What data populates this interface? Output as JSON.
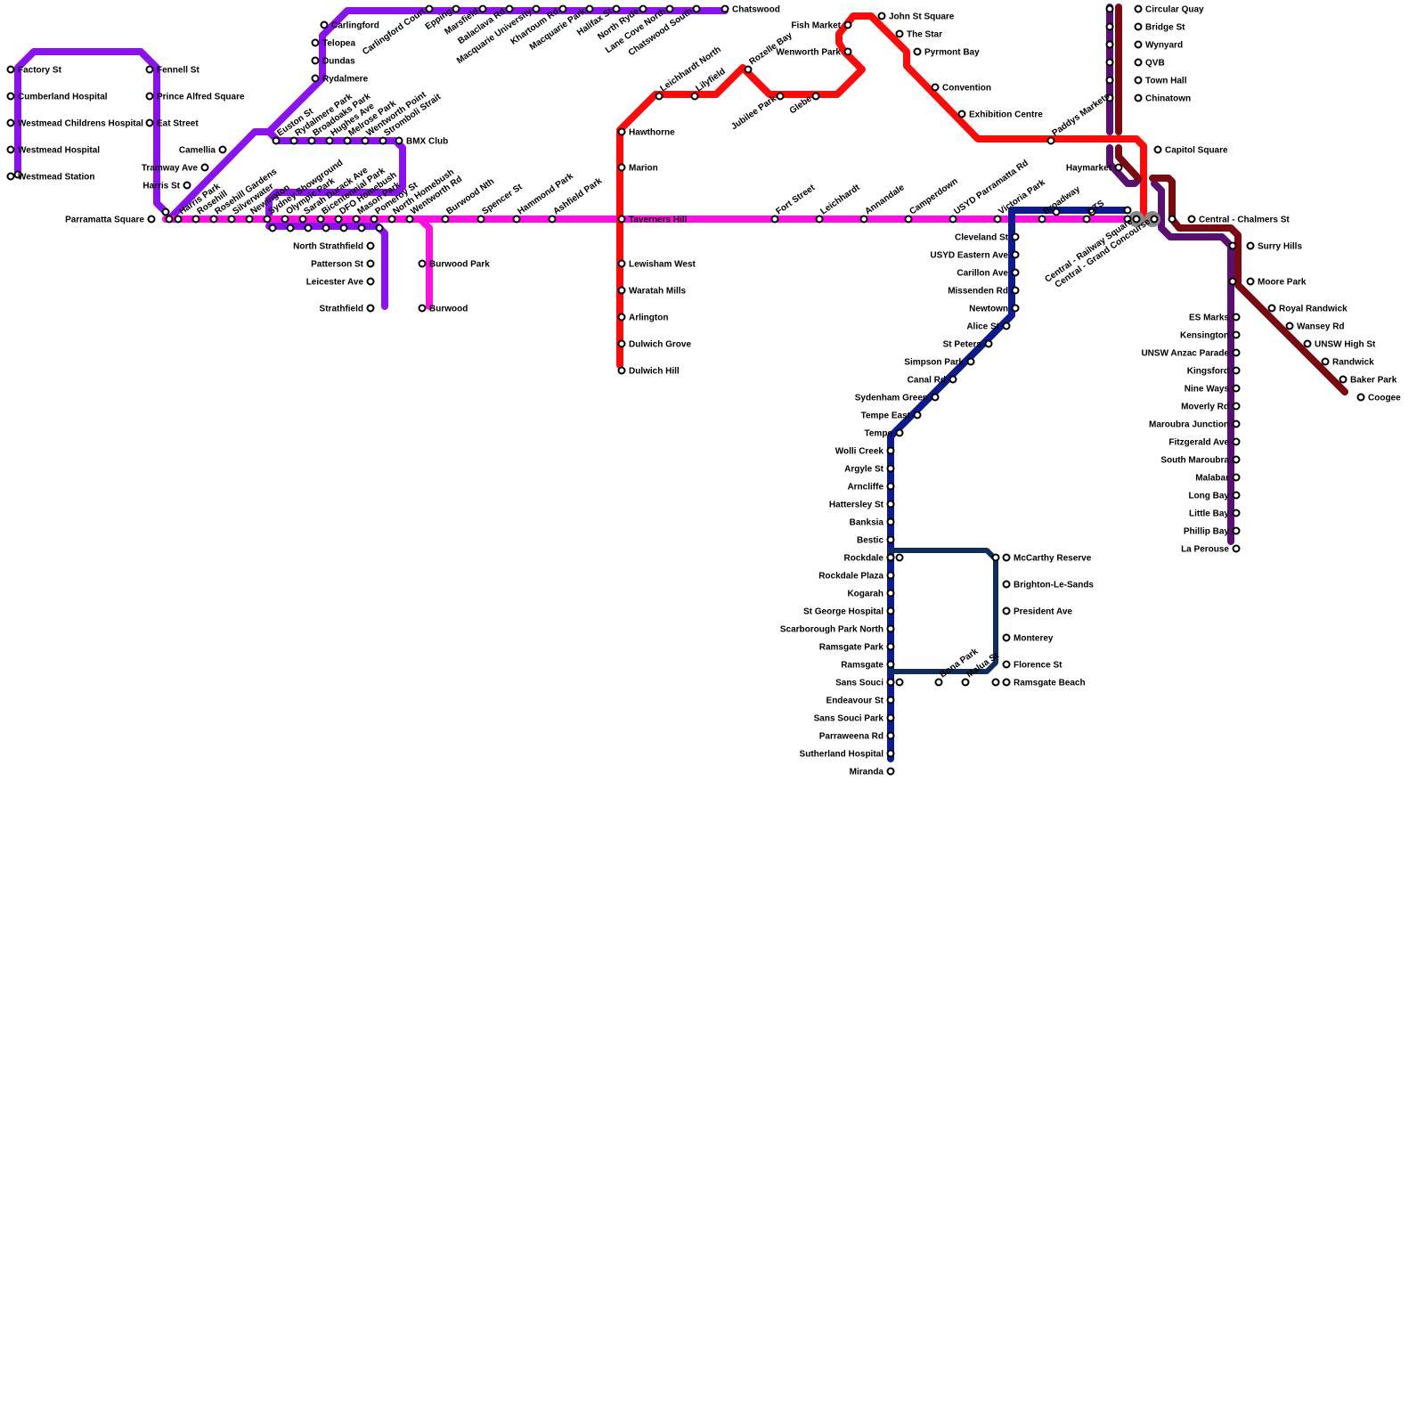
{
  "colors": {
    "purple": "#8a12f0",
    "magenta": "#ff10e0",
    "red": "#ff0a0a",
    "navy": "#0f1a8f",
    "darknavy": "#0f2d5e",
    "eggplant": "#5a1070",
    "maroon": "#7a0a12",
    "interchange": "#888888"
  },
  "stations": [
    {
      "id": "factory-st",
      "label": "Factory St"
    },
    {
      "id": "cumberland-hospital",
      "label": "Cumberland Hospital"
    },
    {
      "id": "westmead-childrens-hospital",
      "label": "Westmead Childrens Hospital"
    },
    {
      "id": "westmead-hospital",
      "label": "Westmead Hospital"
    },
    {
      "id": "westmead-station",
      "label": "Westmead Station"
    },
    {
      "id": "fennell-st",
      "label": "Fennell St"
    },
    {
      "id": "prince-alfred-square",
      "label": "Prince Alfred Square"
    },
    {
      "id": "eat-street",
      "label": "Eat Street"
    },
    {
      "id": "parramatta-square",
      "label": "Parramatta Square"
    },
    {
      "id": "camellia",
      "label": "Camellia"
    },
    {
      "id": "tramway-ave",
      "label": "Tramway Ave"
    },
    {
      "id": "harris-st",
      "label": "Harris St"
    },
    {
      "id": "carlingford",
      "label": "Carlingford"
    },
    {
      "id": "telopea",
      "label": "Telopea"
    },
    {
      "id": "dundas",
      "label": "Dundas"
    },
    {
      "id": "rydalmere",
      "label": "Rydalmere"
    },
    {
      "id": "carlingford-court",
      "label": "Carlingford Court"
    },
    {
      "id": "epping",
      "label": "Epping"
    },
    {
      "id": "marsfield",
      "label": "Marsfield"
    },
    {
      "id": "balaclava-rd",
      "label": "Balaclava Rd"
    },
    {
      "id": "macquarie-university",
      "label": "Macquarie University"
    },
    {
      "id": "khartoum-rd",
      "label": "Khartoum Rd"
    },
    {
      "id": "macquarie-park",
      "label": "Macquarie Park"
    },
    {
      "id": "halifax-st",
      "label": "Halifax St"
    },
    {
      "id": "north-ryde",
      "label": "North Ryde"
    },
    {
      "id": "lane-cove-north",
      "label": "Lane Cove North"
    },
    {
      "id": "chatswood-south",
      "label": "Chatswood South"
    },
    {
      "id": "chatswood",
      "label": "Chatswood"
    },
    {
      "id": "euston-st",
      "label": "Euston St"
    },
    {
      "id": "rydalmere-park",
      "label": "Rydalmere Park"
    },
    {
      "id": "broadoaks-park",
      "label": "Broadoaks Park"
    },
    {
      "id": "hughes-ave",
      "label": "Hughes Ave"
    },
    {
      "id": "melrose-park",
      "label": "Melrose Park"
    },
    {
      "id": "wentworth-point",
      "label": "Wentworth Point"
    },
    {
      "id": "stromboli-strait",
      "label": "Stromboli Strait"
    },
    {
      "id": "bmx-club",
      "label": "BMX Club"
    },
    {
      "id": "harris-park",
      "label": "Harris Park"
    },
    {
      "id": "rosehill",
      "label": "Rosehill"
    },
    {
      "id": "rosehill-gardens",
      "label": "Rosehill Gardens"
    },
    {
      "id": "silverwater",
      "label": "Silverwater"
    },
    {
      "id": "newington",
      "label": "Newington"
    },
    {
      "id": "sydney-showground",
      "label": "Sydney Showground"
    },
    {
      "id": "olympic-park",
      "label": "Olympic Park"
    },
    {
      "id": "sarah-durack-ave",
      "label": "Sarah Durack Ave"
    },
    {
      "id": "bicentennial-park",
      "label": "Bicentennial Park"
    },
    {
      "id": "dfo-homebush",
      "label": "DFO Homebush"
    },
    {
      "id": "mason-park",
      "label": "Mason Park"
    },
    {
      "id": "pomeroy-st",
      "label": "Pomeroy St"
    },
    {
      "id": "north-homebush",
      "label": "North Homebush"
    },
    {
      "id": "wentworth-rd",
      "label": "Wentworth Rd"
    },
    {
      "id": "north-strathfield",
      "label": "North Strathfield"
    },
    {
      "id": "patterson-st",
      "label": "Patterson St"
    },
    {
      "id": "leicester-ave",
      "label": "Leicester Ave"
    },
    {
      "id": "strathfield",
      "label": "Strathfield"
    },
    {
      "id": "burwood-nth",
      "label": "Burwood Nth"
    },
    {
      "id": "burwood-park",
      "label": "Burwood Park"
    },
    {
      "id": "burwood",
      "label": "Burwood"
    },
    {
      "id": "spencer-st",
      "label": "Spencer St"
    },
    {
      "id": "hammond-park",
      "label": "Hammond Park"
    },
    {
      "id": "ashfield-park",
      "label": "Ashfield Park"
    },
    {
      "id": "taverners-hill",
      "label": "Taverners Hill"
    },
    {
      "id": "hawthorne",
      "label": "Hawthorne"
    },
    {
      "id": "marion",
      "label": "Marion"
    },
    {
      "id": "lewisham-west",
      "label": "Lewisham West"
    },
    {
      "id": "waratah-mills",
      "label": "Waratah Mills"
    },
    {
      "id": "arlington",
      "label": "Arlington"
    },
    {
      "id": "dulwich-grove",
      "label": "Dulwich Grove"
    },
    {
      "id": "dulwich-hill",
      "label": "Dulwich Hill"
    },
    {
      "id": "leichhardt-north",
      "label": "Leichhardt North"
    },
    {
      "id": "lilyfield",
      "label": "Lilyfield"
    },
    {
      "id": "rozelle-bay",
      "label": "Rozelle Bay"
    },
    {
      "id": "jubilee-park",
      "label": "Jubilee Park"
    },
    {
      "id": "glebe",
      "label": "Glebe"
    },
    {
      "id": "fish-market",
      "label": "Fish Market"
    },
    {
      "id": "wenworth-park",
      "label": "Wenworth Park"
    },
    {
      "id": "john-st-square",
      "label": "John St Square"
    },
    {
      "id": "the-star",
      "label": "The Star"
    },
    {
      "id": "pyrmont-bay",
      "label": "Pyrmont Bay"
    },
    {
      "id": "convention",
      "label": "Convention"
    },
    {
      "id": "exhibition-centre",
      "label": "Exhibition Centre"
    },
    {
      "id": "paddys-markets",
      "label": "Paddys Markets"
    },
    {
      "id": "capitol-square",
      "label": "Capitol Square"
    },
    {
      "id": "fort-street",
      "label": "Fort Street"
    },
    {
      "id": "leichhardt",
      "label": "Leichhardt"
    },
    {
      "id": "annandale",
      "label": "Annandale"
    },
    {
      "id": "camperdown",
      "label": "Camperdown"
    },
    {
      "id": "usyd-parramatta-rd",
      "label": "USYD Parramatta Rd"
    },
    {
      "id": "victoria-park",
      "label": "Victoria Park"
    },
    {
      "id": "broadway",
      "label": "Broadway"
    },
    {
      "id": "uts",
      "label": "UTS"
    },
    {
      "id": "central-railway-square",
      "label": "Central - Railway Square"
    },
    {
      "id": "central-grand-concourse",
      "label": "Central - Grand Concourse"
    },
    {
      "id": "central-chalmers-st",
      "label": "Central - Chalmers St"
    },
    {
      "id": "circular-quay",
      "label": "Circular Quay"
    },
    {
      "id": "bridge-st",
      "label": "Bridge St"
    },
    {
      "id": "wynyard",
      "label": "Wynyard"
    },
    {
      "id": "qvb",
      "label": "QVB"
    },
    {
      "id": "town-hall",
      "label": "Town Hall"
    },
    {
      "id": "chinatown",
      "label": "Chinatown"
    },
    {
      "id": "haymarket",
      "label": "Haymarket"
    },
    {
      "id": "surry-hills",
      "label": "Surry Hills"
    },
    {
      "id": "moore-park",
      "label": "Moore Park"
    },
    {
      "id": "royal-randwick",
      "label": "Royal Randwick"
    },
    {
      "id": "wansey-rd",
      "label": "Wansey Rd"
    },
    {
      "id": "unsw-high-st",
      "label": "UNSW High St"
    },
    {
      "id": "randwick",
      "label": "Randwick"
    },
    {
      "id": "baker-park",
      "label": "Baker Park"
    },
    {
      "id": "coogee",
      "label": "Coogee"
    },
    {
      "id": "es-marks",
      "label": "ES Marks"
    },
    {
      "id": "kensington",
      "label": "Kensington"
    },
    {
      "id": "unsw-anzac-parade",
      "label": "UNSW Anzac Parade"
    },
    {
      "id": "kingsford",
      "label": "Kingsford"
    },
    {
      "id": "nine-ways",
      "label": "Nine Ways"
    },
    {
      "id": "moverly-rd",
      "label": "Moverly Rd"
    },
    {
      "id": "maroubra-junction",
      "label": "Maroubra Junction"
    },
    {
      "id": "fitzgerald-ave",
      "label": "Fitzgerald Ave"
    },
    {
      "id": "south-maroubra",
      "label": "South Maroubra"
    },
    {
      "id": "malabar",
      "label": "Malabar"
    },
    {
      "id": "long-bay",
      "label": "Long Bay"
    },
    {
      "id": "little-bay",
      "label": "Little Bay"
    },
    {
      "id": "phillip-bay",
      "label": "Phillip Bay"
    },
    {
      "id": "la-perouse",
      "label": "La Perouse"
    },
    {
      "id": "cleveland-st",
      "label": "Cleveland St"
    },
    {
      "id": "usyd-eastern-ave",
      "label": "USYD Eastern Ave"
    },
    {
      "id": "carillon-ave",
      "label": "Carillon Ave"
    },
    {
      "id": "missenden-rd",
      "label": "Missenden Rd"
    },
    {
      "id": "newtown",
      "label": "Newtown"
    },
    {
      "id": "alice-st",
      "label": "Alice St"
    },
    {
      "id": "st-peters",
      "label": "St Peters"
    },
    {
      "id": "simpson-park",
      "label": "Simpson Park"
    },
    {
      "id": "canal-rd",
      "label": "Canal Rd"
    },
    {
      "id": "sydenham-green",
      "label": "Sydenham Green"
    },
    {
      "id": "tempe-east",
      "label": "Tempe East"
    },
    {
      "id": "tempe",
      "label": "Tempe"
    },
    {
      "id": "wolli-creek",
      "label": "Wolli Creek"
    },
    {
      "id": "argyle-st",
      "label": "Argyle St"
    },
    {
      "id": "arncliffe",
      "label": "Arncliffe"
    },
    {
      "id": "hattersley-st",
      "label": "Hattersley St"
    },
    {
      "id": "banksia",
      "label": "Banksia"
    },
    {
      "id": "bestic",
      "label": "Bestic"
    },
    {
      "id": "rockdale",
      "label": "Rockdale"
    },
    {
      "id": "rockdale-plaza",
      "label": "Rockdale Plaza"
    },
    {
      "id": "kogarah",
      "label": "Kogarah"
    },
    {
      "id": "st-george-hospital",
      "label": "St George Hospital"
    },
    {
      "id": "scarborough-park-north",
      "label": "Scarborough Park North"
    },
    {
      "id": "ramsgate-park",
      "label": "Ramsgate Park"
    },
    {
      "id": "ramsgate",
      "label": "Ramsgate"
    },
    {
      "id": "sans-souci",
      "label": "Sans Souci"
    },
    {
      "id": "endeavour-st",
      "label": "Endeavour St"
    },
    {
      "id": "sans-souci-park",
      "label": "Sans Souci Park"
    },
    {
      "id": "parraweena-rd",
      "label": "Parraweena Rd"
    },
    {
      "id": "sutherland-hospital",
      "label": "Sutherland Hospital"
    },
    {
      "id": "miranda",
      "label": "Miranda"
    },
    {
      "id": "mccarthy-reserve",
      "label": "McCarthy Reserve"
    },
    {
      "id": "brighton-le-sands",
      "label": "Brighton-Le-Sands"
    },
    {
      "id": "president-ave",
      "label": "President Ave"
    },
    {
      "id": "monterey",
      "label": "Monterey"
    },
    {
      "id": "florence-st",
      "label": "Florence St"
    },
    {
      "id": "ramsgate-beach",
      "label": "Ramsgate Beach"
    },
    {
      "id": "bona-park",
      "label": "Bona Park"
    },
    {
      "id": "malua-st",
      "label": "Malua St"
    }
  ]
}
